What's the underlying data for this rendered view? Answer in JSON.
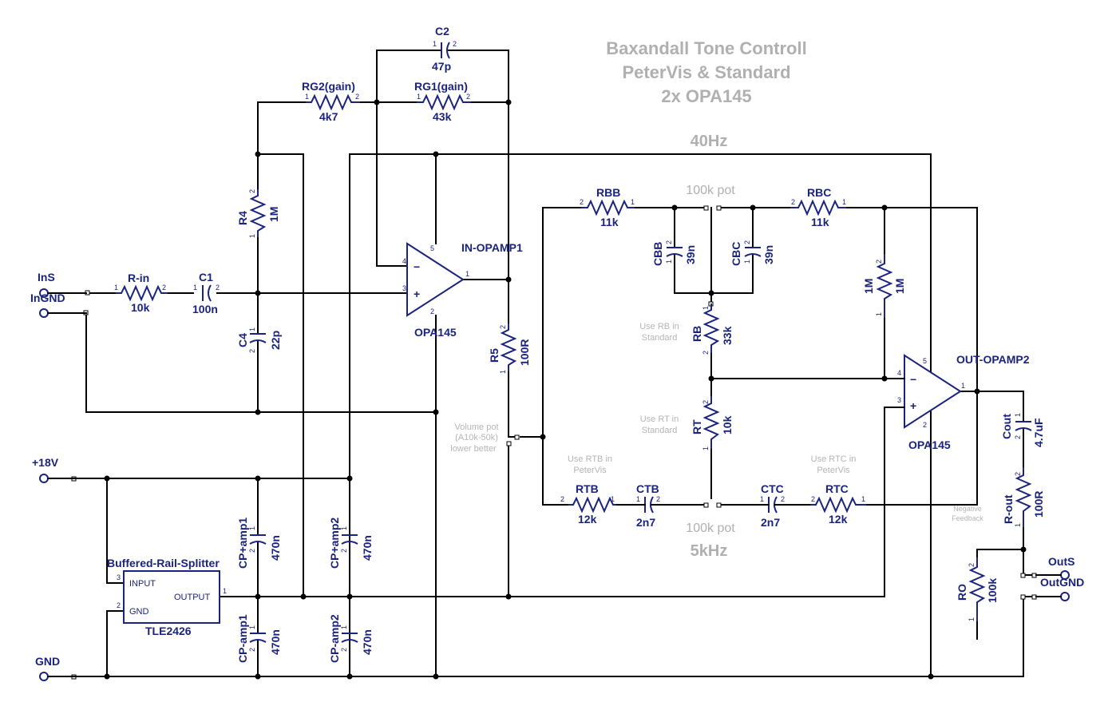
{
  "title_lines": [
    "Baxandall Tone Controll",
    "PeterVis & Standard",
    "2x OPA145"
  ],
  "freq_labels": {
    "bass": "40Hz",
    "treble": "5kHz"
  },
  "pot_labels": {
    "bass": "100k pot",
    "treble": "100k pot"
  },
  "ports": {
    "ins": "InS",
    "ingnd": "InGND",
    "v18": "+18V",
    "gnd": "GND",
    "outs": "OutS",
    "outgnd": "OutGND"
  },
  "net_labels": {
    "in_opamp1": "IN-OPAMP1",
    "out_opamp2": "OUT-OPAMP2"
  },
  "notes": {
    "volume": [
      "Volume pot",
      "(A10k-50k)",
      "lower better"
    ],
    "use_rb": [
      "Use RB in",
      "Standard"
    ],
    "use_rt": [
      "Use RT in",
      "Standard"
    ],
    "use_rtb": [
      "Use RTB in",
      "PeterVis"
    ],
    "use_rtc": [
      "Use RTC in",
      "PeterVis"
    ],
    "neg_fb": [
      "Negative",
      "Feedback"
    ]
  },
  "components": {
    "r_in": {
      "ref": "R-in",
      "value": "10k"
    },
    "c1": {
      "ref": "C1",
      "value": "100n"
    },
    "c4": {
      "ref": "C4",
      "value": "22p"
    },
    "r4": {
      "ref": "R4",
      "value": "1M"
    },
    "rg2": {
      "ref": "RG2(gain)",
      "value": "4k7"
    },
    "rg1": {
      "ref": "RG1(gain)",
      "value": "43k"
    },
    "c2": {
      "ref": "C2",
      "value": "47p"
    },
    "opa1": {
      "ref": "OPA145"
    },
    "r5": {
      "ref": "R5",
      "value": "100R"
    },
    "rbb": {
      "ref": "RBB",
      "value": "11k"
    },
    "rbc": {
      "ref": "RBC",
      "value": "11k"
    },
    "cbb": {
      "ref": "CBB",
      "value": "39n"
    },
    "cbc": {
      "ref": "CBC",
      "value": "39n"
    },
    "rb": {
      "ref": "RB",
      "value": "33k"
    },
    "rt": {
      "ref": "RT",
      "value": "10k"
    },
    "r1m": {
      "ref": "1M",
      "value": "1M"
    },
    "rtb": {
      "ref": "RTB",
      "value": "12k"
    },
    "ctb": {
      "ref": "CTB",
      "value": "2n7"
    },
    "ctc": {
      "ref": "CTC",
      "value": "2n7"
    },
    "rtc": {
      "ref": "RTC",
      "value": "12k"
    },
    "opa2": {
      "ref": "OPA145"
    },
    "cout": {
      "ref": "Cout",
      "value": "4.7uF"
    },
    "rout": {
      "ref": "R-out",
      "value": "100R"
    },
    "ro": {
      "ref": "RO",
      "value": "100k"
    },
    "cpp1": {
      "ref": "CP+amp1",
      "value": "470n"
    },
    "cpp2": {
      "ref": "CP+amp2",
      "value": "470n"
    },
    "cpm1": {
      "ref": "CP-amp1",
      "value": "470n"
    },
    "cpm2": {
      "ref": "CP-amp2",
      "value": "470n"
    },
    "splitter": {
      "ref": "Buffered-Rail-Splitter",
      "part": "TLE2426",
      "pin_input": "INPUT",
      "pin_gnd": "GND",
      "pin_output": "OUTPUT"
    }
  },
  "pin_numbers": {
    "one": "1",
    "two": "2",
    "three": "3",
    "four": "4",
    "five": "5"
  },
  "opamp_symbols": {
    "minus": "−",
    "plus": "+"
  },
  "colors": {
    "component": "#1a237e",
    "wire": "#000000",
    "annotation": "#b0b0b0",
    "background": "#ffffff"
  }
}
